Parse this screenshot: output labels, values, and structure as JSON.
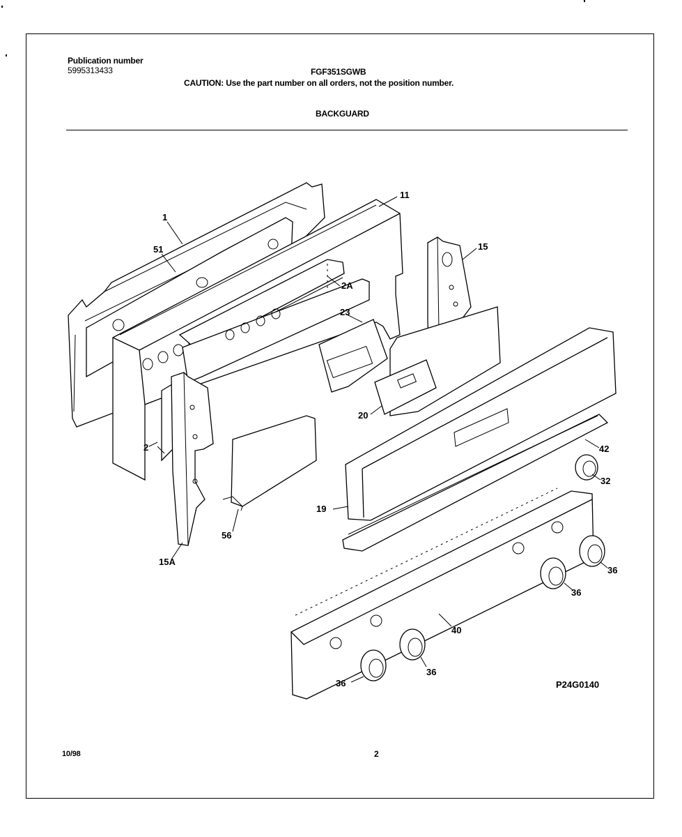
{
  "header": {
    "publication_label": "Publication number",
    "publication_number": "5995313433",
    "model": "FGF351SGWB",
    "caution": "CAUTION:  Use the part number on all orders, not the position number.",
    "section_title": "BACKGUARD"
  },
  "diagram": {
    "figure_id": "P24G0140",
    "callouts": {
      "c1": "1",
      "c51": "51",
      "c11": "11",
      "c15": "15",
      "c2A": "2A",
      "c23": "23",
      "c2": "2",
      "c20": "20",
      "c42": "42",
      "c32": "32",
      "c19": "19",
      "c56": "56",
      "c15A": "15A",
      "c36a": "36",
      "c36b": "36",
      "c36c": "36",
      "c36d": "36",
      "c40": "40"
    }
  },
  "footer": {
    "date": "10/98",
    "page_number": "2"
  }
}
